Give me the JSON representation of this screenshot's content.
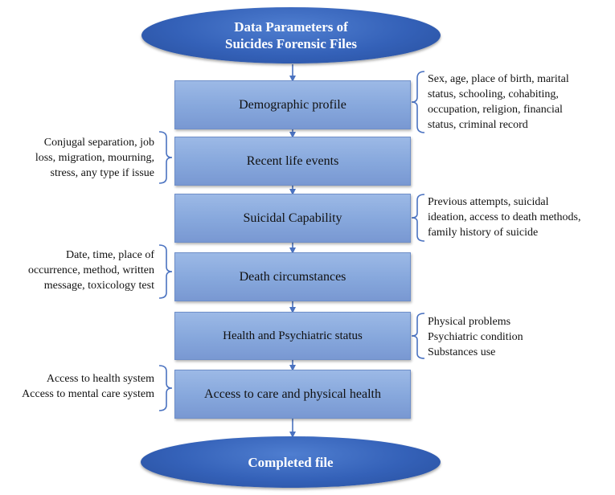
{
  "top_node": {
    "line1": "Data Parameters of",
    "line2": "Suicides Forensic Files"
  },
  "steps": [
    {
      "label": "Demographic profile"
    },
    {
      "label": "Recent life events"
    },
    {
      "label": "Suicidal Capability"
    },
    {
      "label": "Death circumstances"
    },
    {
      "label": "Health and Psychiatric status"
    },
    {
      "label": "Access to care and physical health"
    }
  ],
  "bottom_node": {
    "label": "Completed file"
  },
  "notes": {
    "demographic": [
      "Sex, age, place of birth, marital",
      "status, schooling, cohabiting,",
      "occupation, religion, financial",
      "status, criminal record"
    ],
    "life_events": [
      "Conjugal separation, job",
      "loss, migration, mourning,",
      "stress, any type if issue"
    ],
    "capability": [
      "Previous attempts, suicidal",
      "ideation, access to death methods,",
      "family history of suicide"
    ],
    "death": [
      "Date, time, place of",
      "occurrence, method, written",
      "message, toxicology test"
    ],
    "psychiatric": [
      "Physical problems",
      "Psychiatric condition",
      "Substances use"
    ],
    "care": [
      "Access to health system",
      "Access to mental care system"
    ]
  },
  "colors": {
    "ellipse_fill": "#3461b8",
    "box_fill": "#8dacdf",
    "bracket_stroke": "#4a72c0",
    "arrow_stroke": "#4a72c0"
  }
}
